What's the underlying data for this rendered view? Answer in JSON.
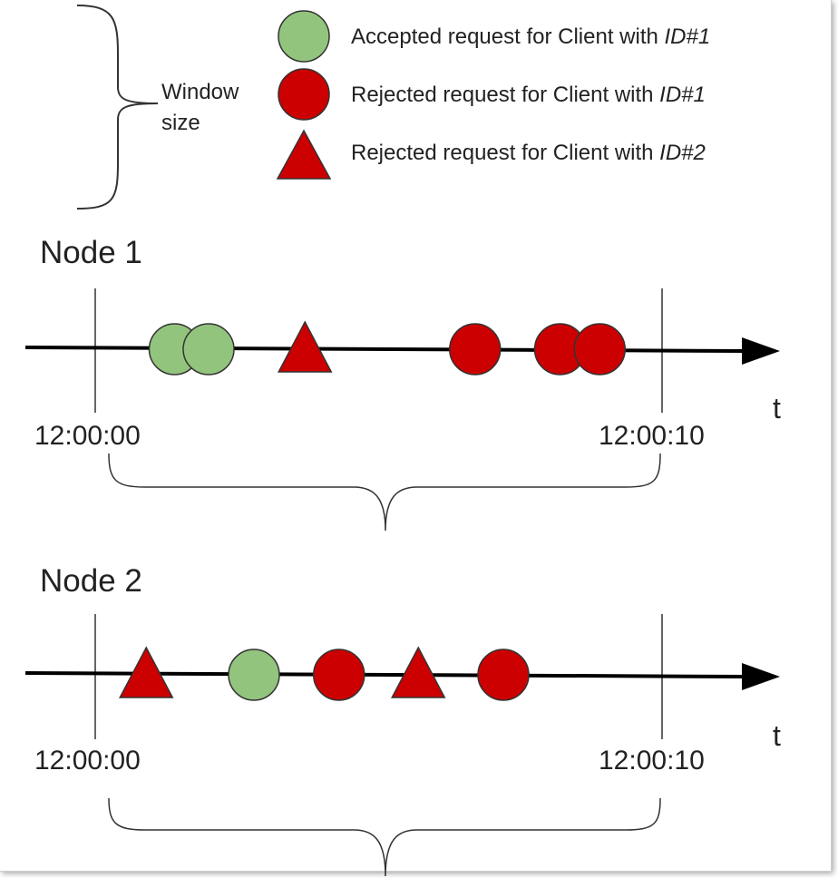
{
  "legend": {
    "accepted_id1": {
      "prefix": "Accepted request for Client with ",
      "id": "ID#1"
    },
    "rejected_id1": {
      "prefix": "Rejected request for Client with ",
      "id": "ID#1"
    },
    "rejected_id2": {
      "prefix": "Rejected request for Client with ",
      "id": "ID#2"
    }
  },
  "window": {
    "line1": "Window",
    "line2": "size"
  },
  "colors": {
    "accepted": "#93c47d",
    "rejected": "#cc0000",
    "axis": "#000000",
    "brace": "#333333"
  },
  "nodes": [
    {
      "title": "Node 1",
      "start_time": "12:00:00",
      "end_time": "12:00:10",
      "axis_label": "t",
      "events": [
        {
          "kind": "accepted-id1",
          "t": 1.4
        },
        {
          "kind": "accepted-id1",
          "t": 2.0
        },
        {
          "kind": "rejected-id2",
          "t": 3.7
        },
        {
          "kind": "rejected-id1",
          "t": 6.7
        },
        {
          "kind": "rejected-id1",
          "t": 8.2
        },
        {
          "kind": "rejected-id1",
          "t": 8.9
        }
      ]
    },
    {
      "title": "Node 2",
      "start_time": "12:00:00",
      "end_time": "12:00:10",
      "axis_label": "t",
      "events": [
        {
          "kind": "rejected-id2",
          "t": 0.9
        },
        {
          "kind": "accepted-id1",
          "t": 2.8
        },
        {
          "kind": "rejected-id1",
          "t": 4.3
        },
        {
          "kind": "rejected-id2",
          "t": 5.7
        },
        {
          "kind": "rejected-id1",
          "t": 7.2
        }
      ]
    }
  ]
}
